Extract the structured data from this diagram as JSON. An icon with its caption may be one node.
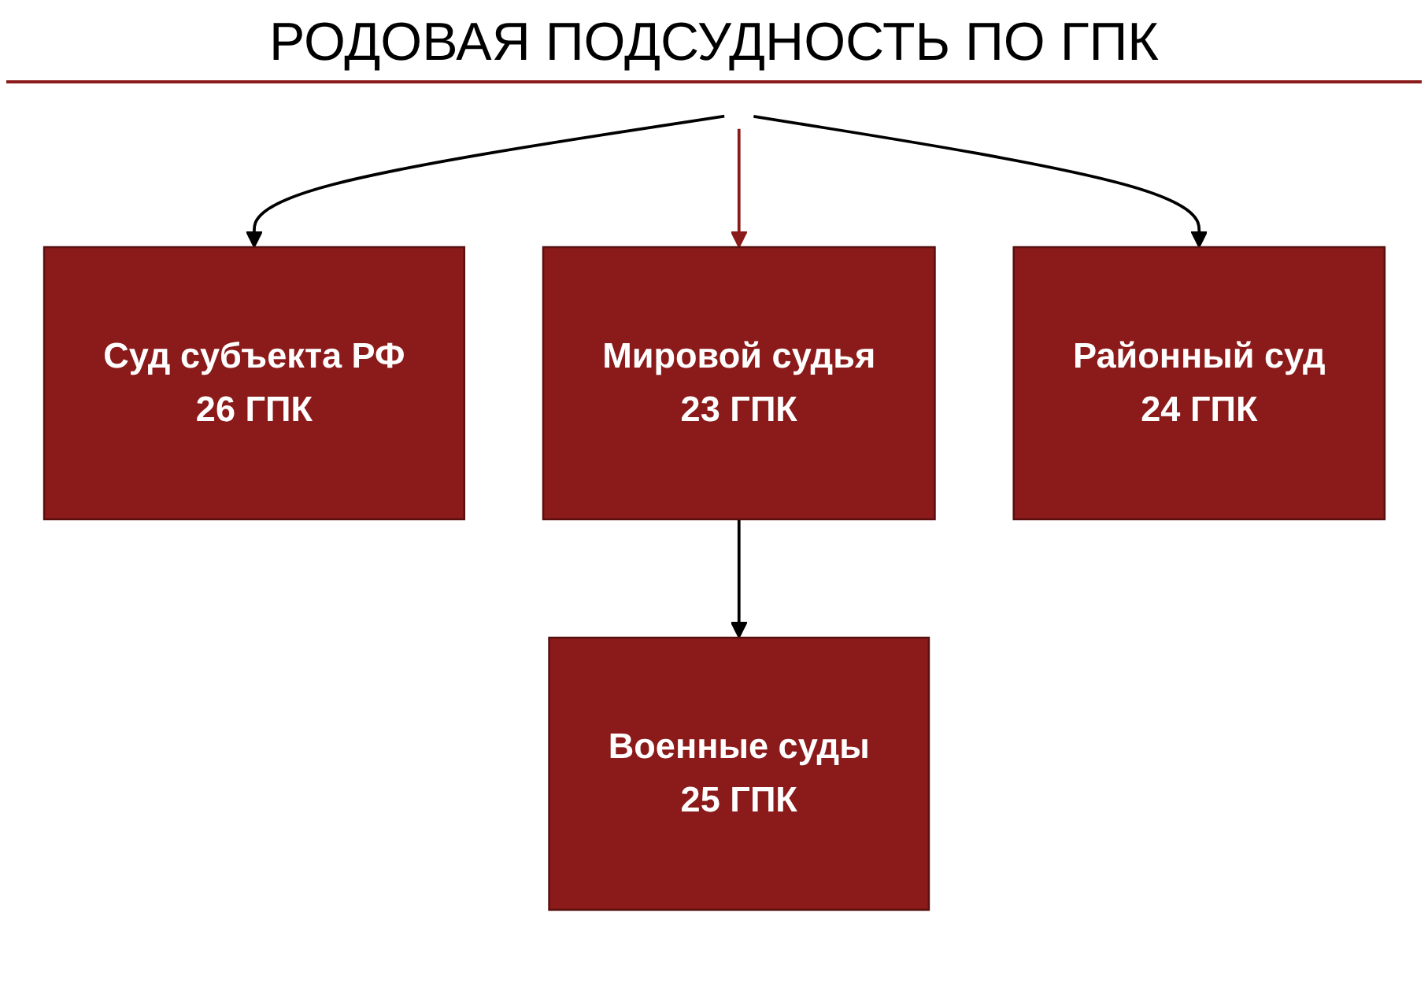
{
  "diagram": {
    "title": "РОДОВАЯ ПОДСУДНОСТЬ ПО ГПК",
    "nodes": [
      {
        "text": [
          "Суд субъекта РФ",
          "26 ГПК"
        ]
      },
      {
        "text": [
          "Мировой судья",
          "23 ГПК"
        ]
      },
      {
        "text": [
          "Районный суд",
          "24 ГПК"
        ]
      },
      {
        "text": [
          "Военные суды",
          "25 ГПК"
        ]
      }
    ],
    "edges": [
      {
        "from": null,
        "to": 0,
        "arrow": "to"
      },
      {
        "from": null,
        "to": 1,
        "arrow": "to",
        "color": "#8b1a1a"
      },
      {
        "from": null,
        "to": 2,
        "arrow": "to"
      },
      {
        "from": 1,
        "to": 3,
        "arrow": "to"
      }
    ]
  }
}
